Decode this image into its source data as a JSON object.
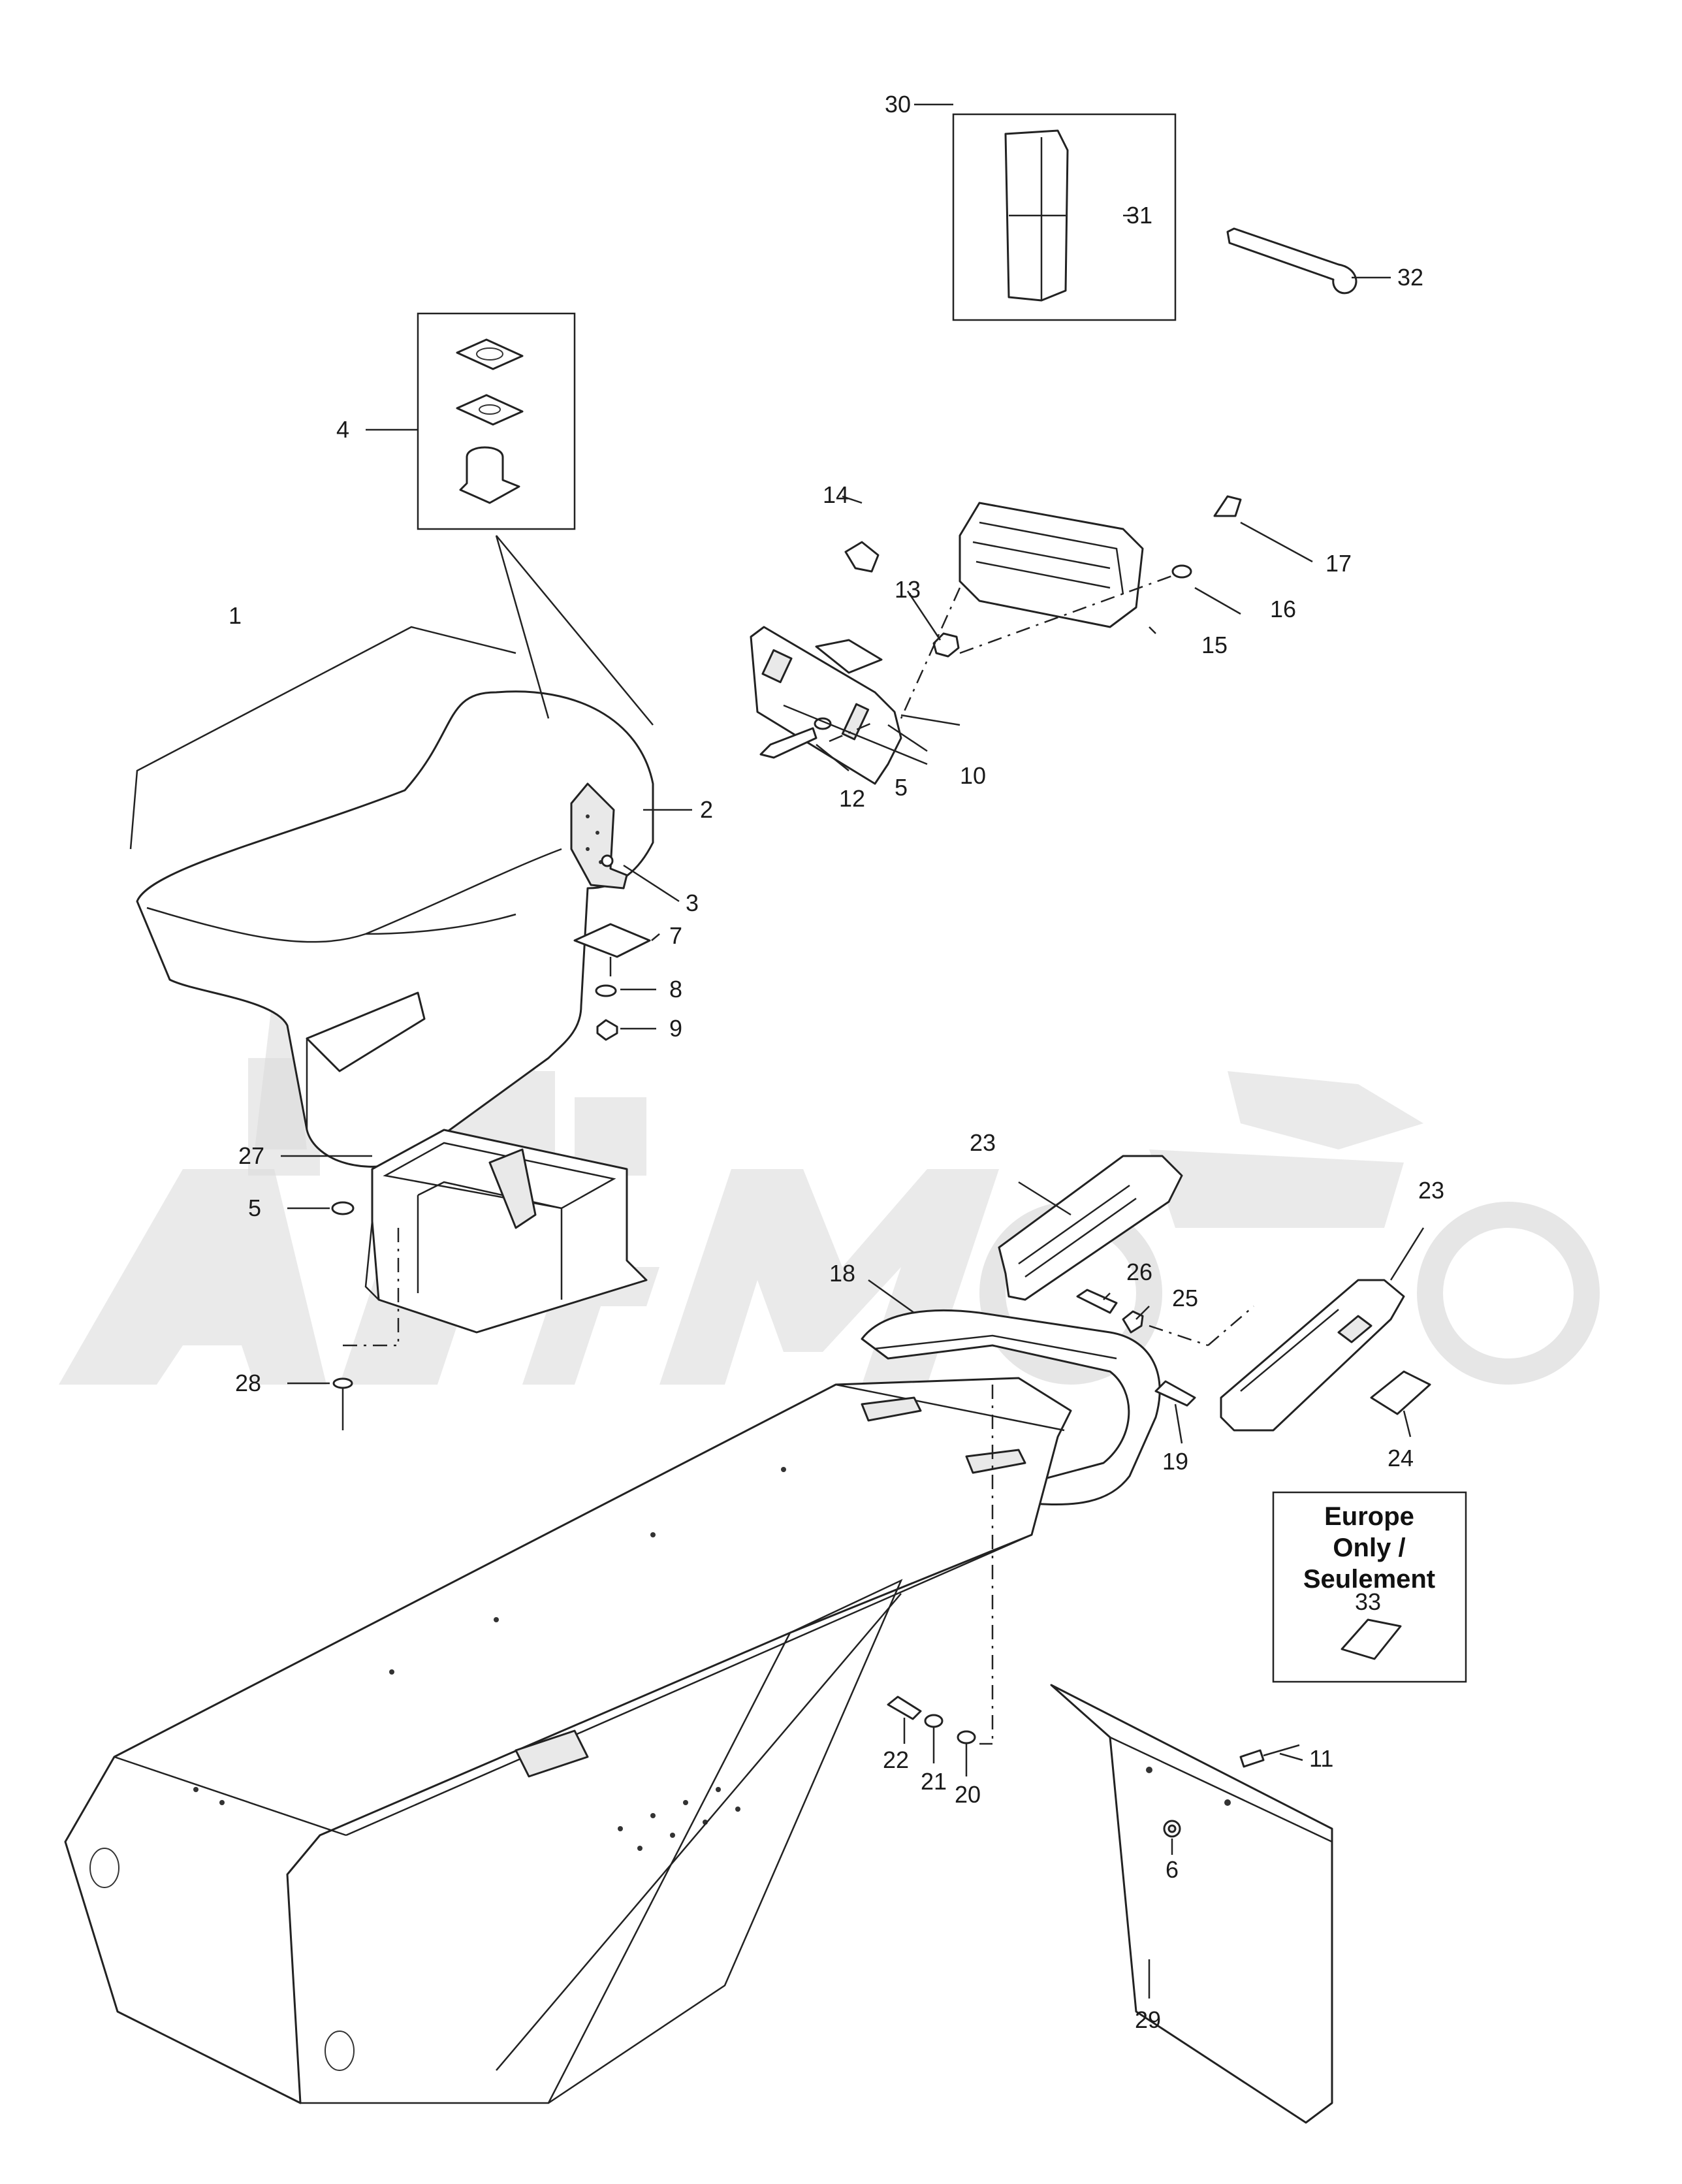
{
  "diagram": {
    "callouts": [
      {
        "id": "1",
        "text": "1"
      },
      {
        "id": "2",
        "text": "2"
      },
      {
        "id": "3",
        "text": "3"
      },
      {
        "id": "4",
        "text": "4"
      },
      {
        "id": "5a",
        "text": "5"
      },
      {
        "id": "5b",
        "text": "5"
      },
      {
        "id": "6",
        "text": "6"
      },
      {
        "id": "7",
        "text": "7"
      },
      {
        "id": "8",
        "text": "8"
      },
      {
        "id": "9",
        "text": "9"
      },
      {
        "id": "10",
        "text": "10"
      },
      {
        "id": "11",
        "text": "11"
      },
      {
        "id": "12",
        "text": "12"
      },
      {
        "id": "13",
        "text": "13"
      },
      {
        "id": "14",
        "text": "14"
      },
      {
        "id": "15",
        "text": "15"
      },
      {
        "id": "16",
        "text": "16"
      },
      {
        "id": "17",
        "text": "17"
      },
      {
        "id": "18",
        "text": "18"
      },
      {
        "id": "19",
        "text": "19"
      },
      {
        "id": "20",
        "text": "20"
      },
      {
        "id": "21",
        "text": "21"
      },
      {
        "id": "22",
        "text": "22"
      },
      {
        "id": "23a",
        "text": "23"
      },
      {
        "id": "23b",
        "text": "23"
      },
      {
        "id": "24",
        "text": "24"
      },
      {
        "id": "25",
        "text": "25"
      },
      {
        "id": "26",
        "text": "26"
      },
      {
        "id": "27",
        "text": "27"
      },
      {
        "id": "28",
        "text": "28"
      },
      {
        "id": "29",
        "text": "29"
      },
      {
        "id": "30",
        "text": "30"
      },
      {
        "id": "31",
        "text": "31"
      },
      {
        "id": "32",
        "text": "32"
      },
      {
        "id": "33",
        "text": "33"
      }
    ],
    "europe_note": {
      "line1": "Europe",
      "line2": "Only /",
      "line3": "Seulement"
    },
    "watermark": "ArtMoto"
  }
}
